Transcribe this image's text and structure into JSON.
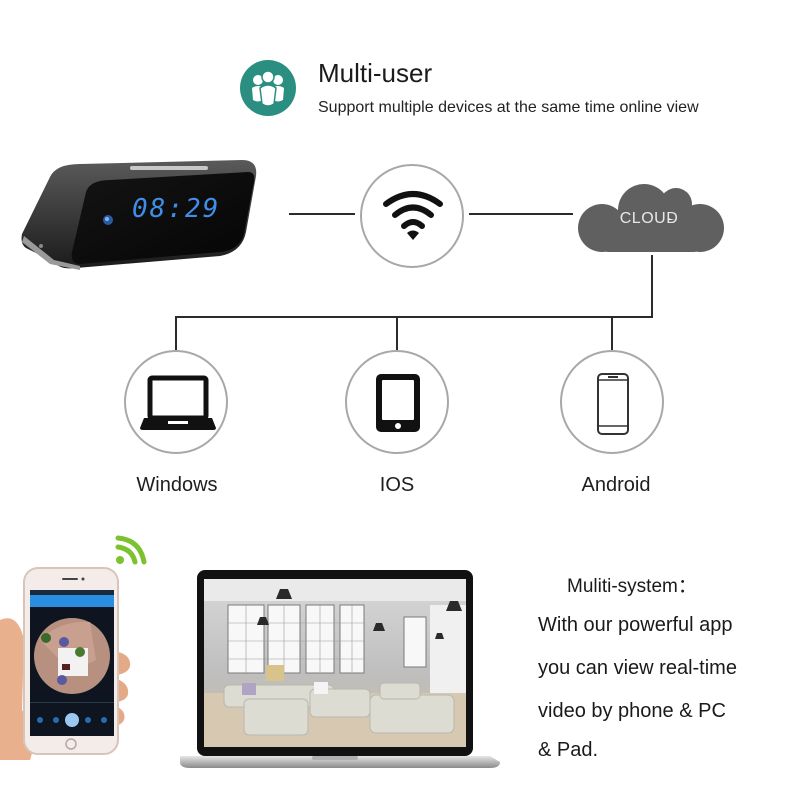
{
  "header": {
    "icon": "multi-user-icon",
    "title": "Multi-user",
    "subtitle": "Support multiple devices at the same time online view"
  },
  "diagram": {
    "device": {
      "name": "clock-camera",
      "display_time": "08:29"
    },
    "hub": {
      "icon": "wifi-icon"
    },
    "cloud": {
      "label": "CLOUD"
    },
    "platforms": [
      {
        "icon": "laptop-icon",
        "label": "Windows"
      },
      {
        "icon": "tablet-icon",
        "label": "IOS"
      },
      {
        "icon": "smartphone-icon",
        "label": "Android"
      }
    ]
  },
  "showcase": {
    "phone_signal_icon": "wifi-signal-icon",
    "phone": "hand-held-phone-with-live-view",
    "laptop": "laptop-with-live-view"
  },
  "multisystem": {
    "title": "Muliti-system：",
    "lines": [
      "With our powerful app",
      "you can view real-time",
      "video by phone & PC",
      "& Pad."
    ]
  },
  "colors": {
    "accent_teal": "#2a8f80",
    "cloud_gray": "#606060",
    "ring_gray": "#a8a8a8",
    "clock_digits": "#3f8fe8",
    "signal_green": "#7cc22f"
  }
}
